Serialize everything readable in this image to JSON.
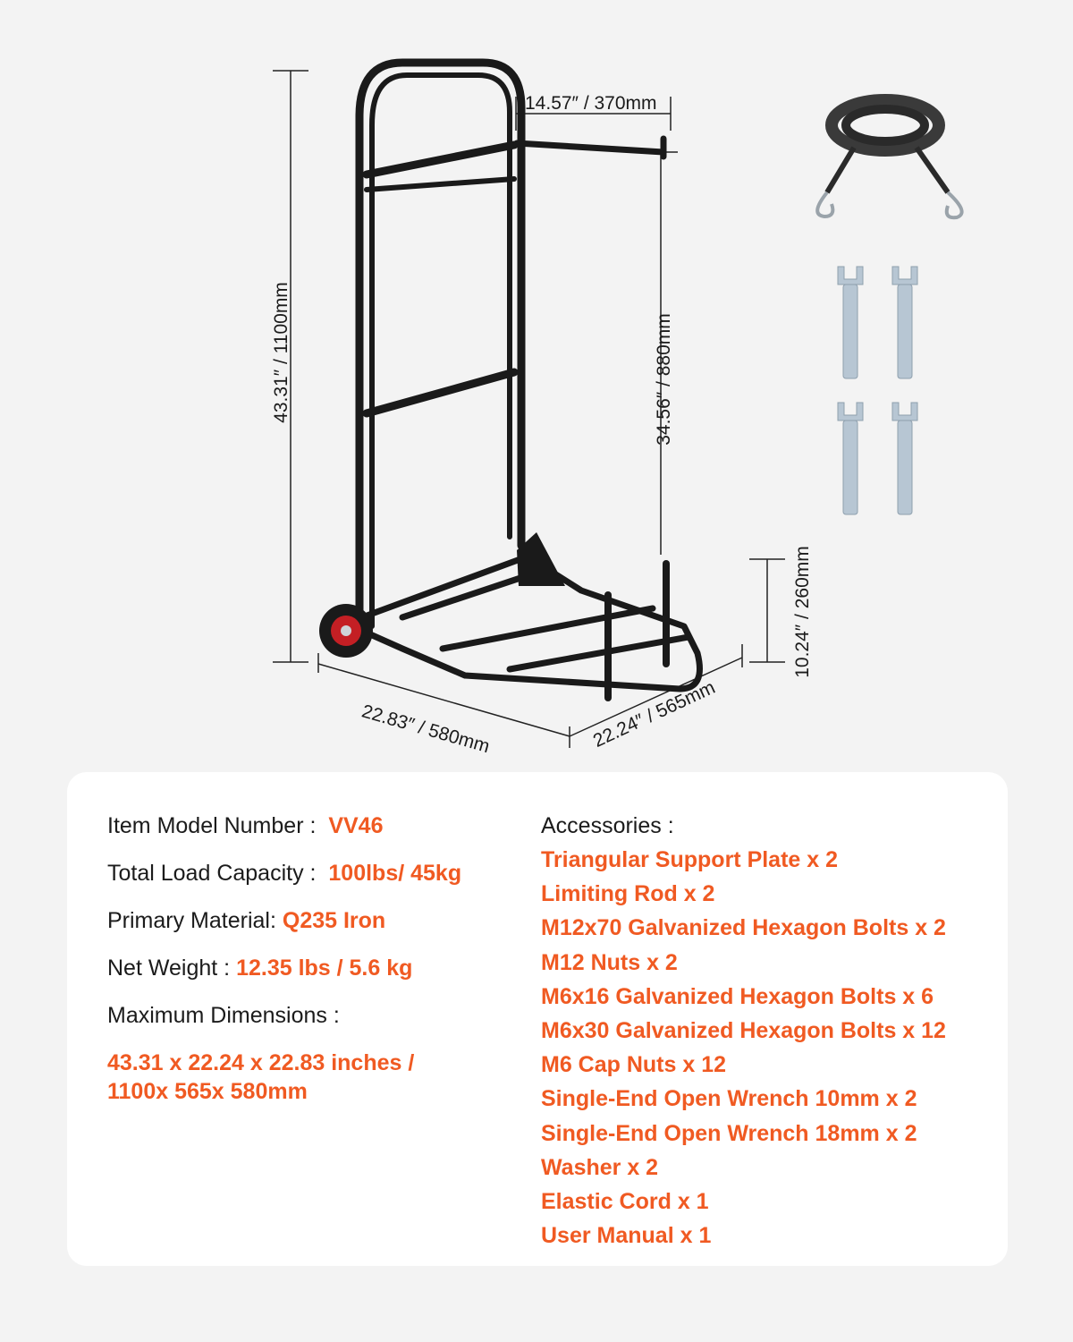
{
  "dimensions": {
    "height_total": "43.31″ / 1100mm",
    "hook_width": "14.57″ / 370mm",
    "hook_height": "34.56″ / 880mm",
    "rod_height": "10.24″ / 260mm",
    "base_length": "22.83″ / 580mm",
    "base_width": "22.24″ / 565mm"
  },
  "specs": {
    "model_label": "Item Model Number :",
    "model_value": "VV46",
    "load_label": "Total Load Capacity :",
    "load_value": "100lbs/ 45kg",
    "material_label": "Primary Material:",
    "material_value": "Q235 Iron",
    "weight_label": "Net Weight :",
    "weight_value": "12.35 lbs / 5.6 kg",
    "maxdim_label": "Maximum Dimensions :",
    "maxdim_line1": "43.31 x 22.24 x 22.83 inches /",
    "maxdim_line2": "1100x 565x 580mm"
  },
  "accessories": {
    "title": "Accessories :",
    "items": [
      "Triangular Support Plate x 2",
      "Limiting Rod x 2",
      "M12x70 Galvanized Hexagon Bolts x 2",
      "M12 Nuts x 2",
      "M6x16 Galvanized Hexagon Bolts x 6",
      "M6x30 Galvanized Hexagon Bolts x 12",
      "M6 Cap Nuts x 12",
      "Single-End Open Wrench 10mm x 2",
      "Single-End Open Wrench 18mm x 2",
      "Washer x 2",
      "Elastic Cord x 1",
      "User Manual x 1"
    ]
  },
  "colors": {
    "accent": "#f05a22",
    "frame": "#1a1a1a",
    "wrench": "#b7c6d3",
    "wheel_hub": "#c41f24"
  }
}
